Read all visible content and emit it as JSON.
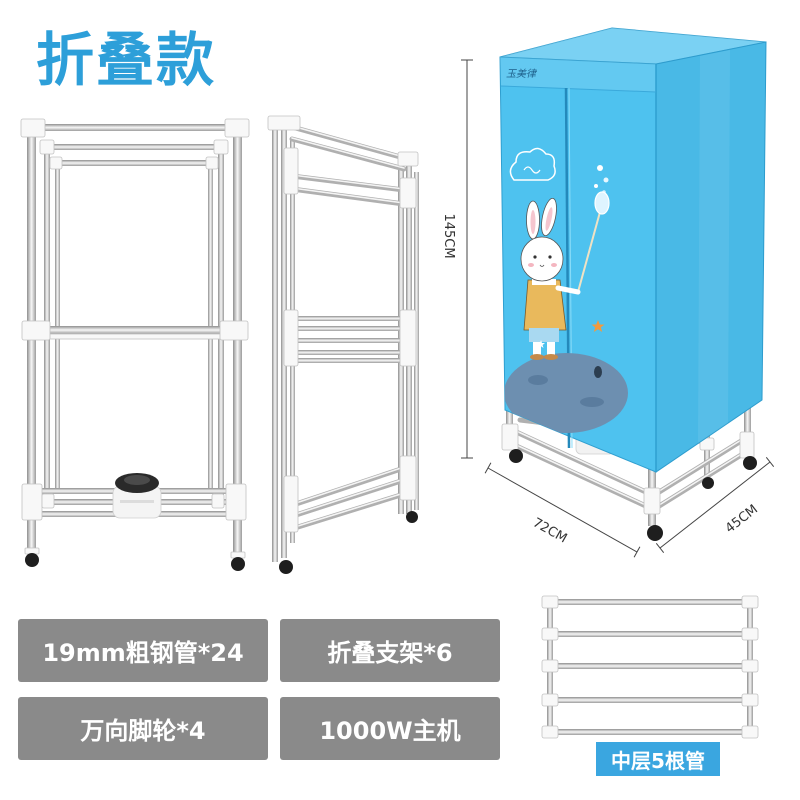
{
  "title": "折叠款",
  "product": {
    "logo_text": "玉美律"
  },
  "dimensions": {
    "height": "145CM",
    "width": "72CM",
    "depth": "45CM"
  },
  "features": [
    {
      "label": "19mm粗钢管*24"
    },
    {
      "label": "折叠支架*6"
    },
    {
      "label": "万向脚轮*4"
    },
    {
      "label": "1000W主机"
    }
  ],
  "middle_layer": {
    "label": "中层5根管"
  },
  "colors": {
    "title": "#2d9fd9",
    "feature_box": "#8a8a8a",
    "label_bg": "#3aa6e0",
    "cover": "#4ec2ef"
  }
}
